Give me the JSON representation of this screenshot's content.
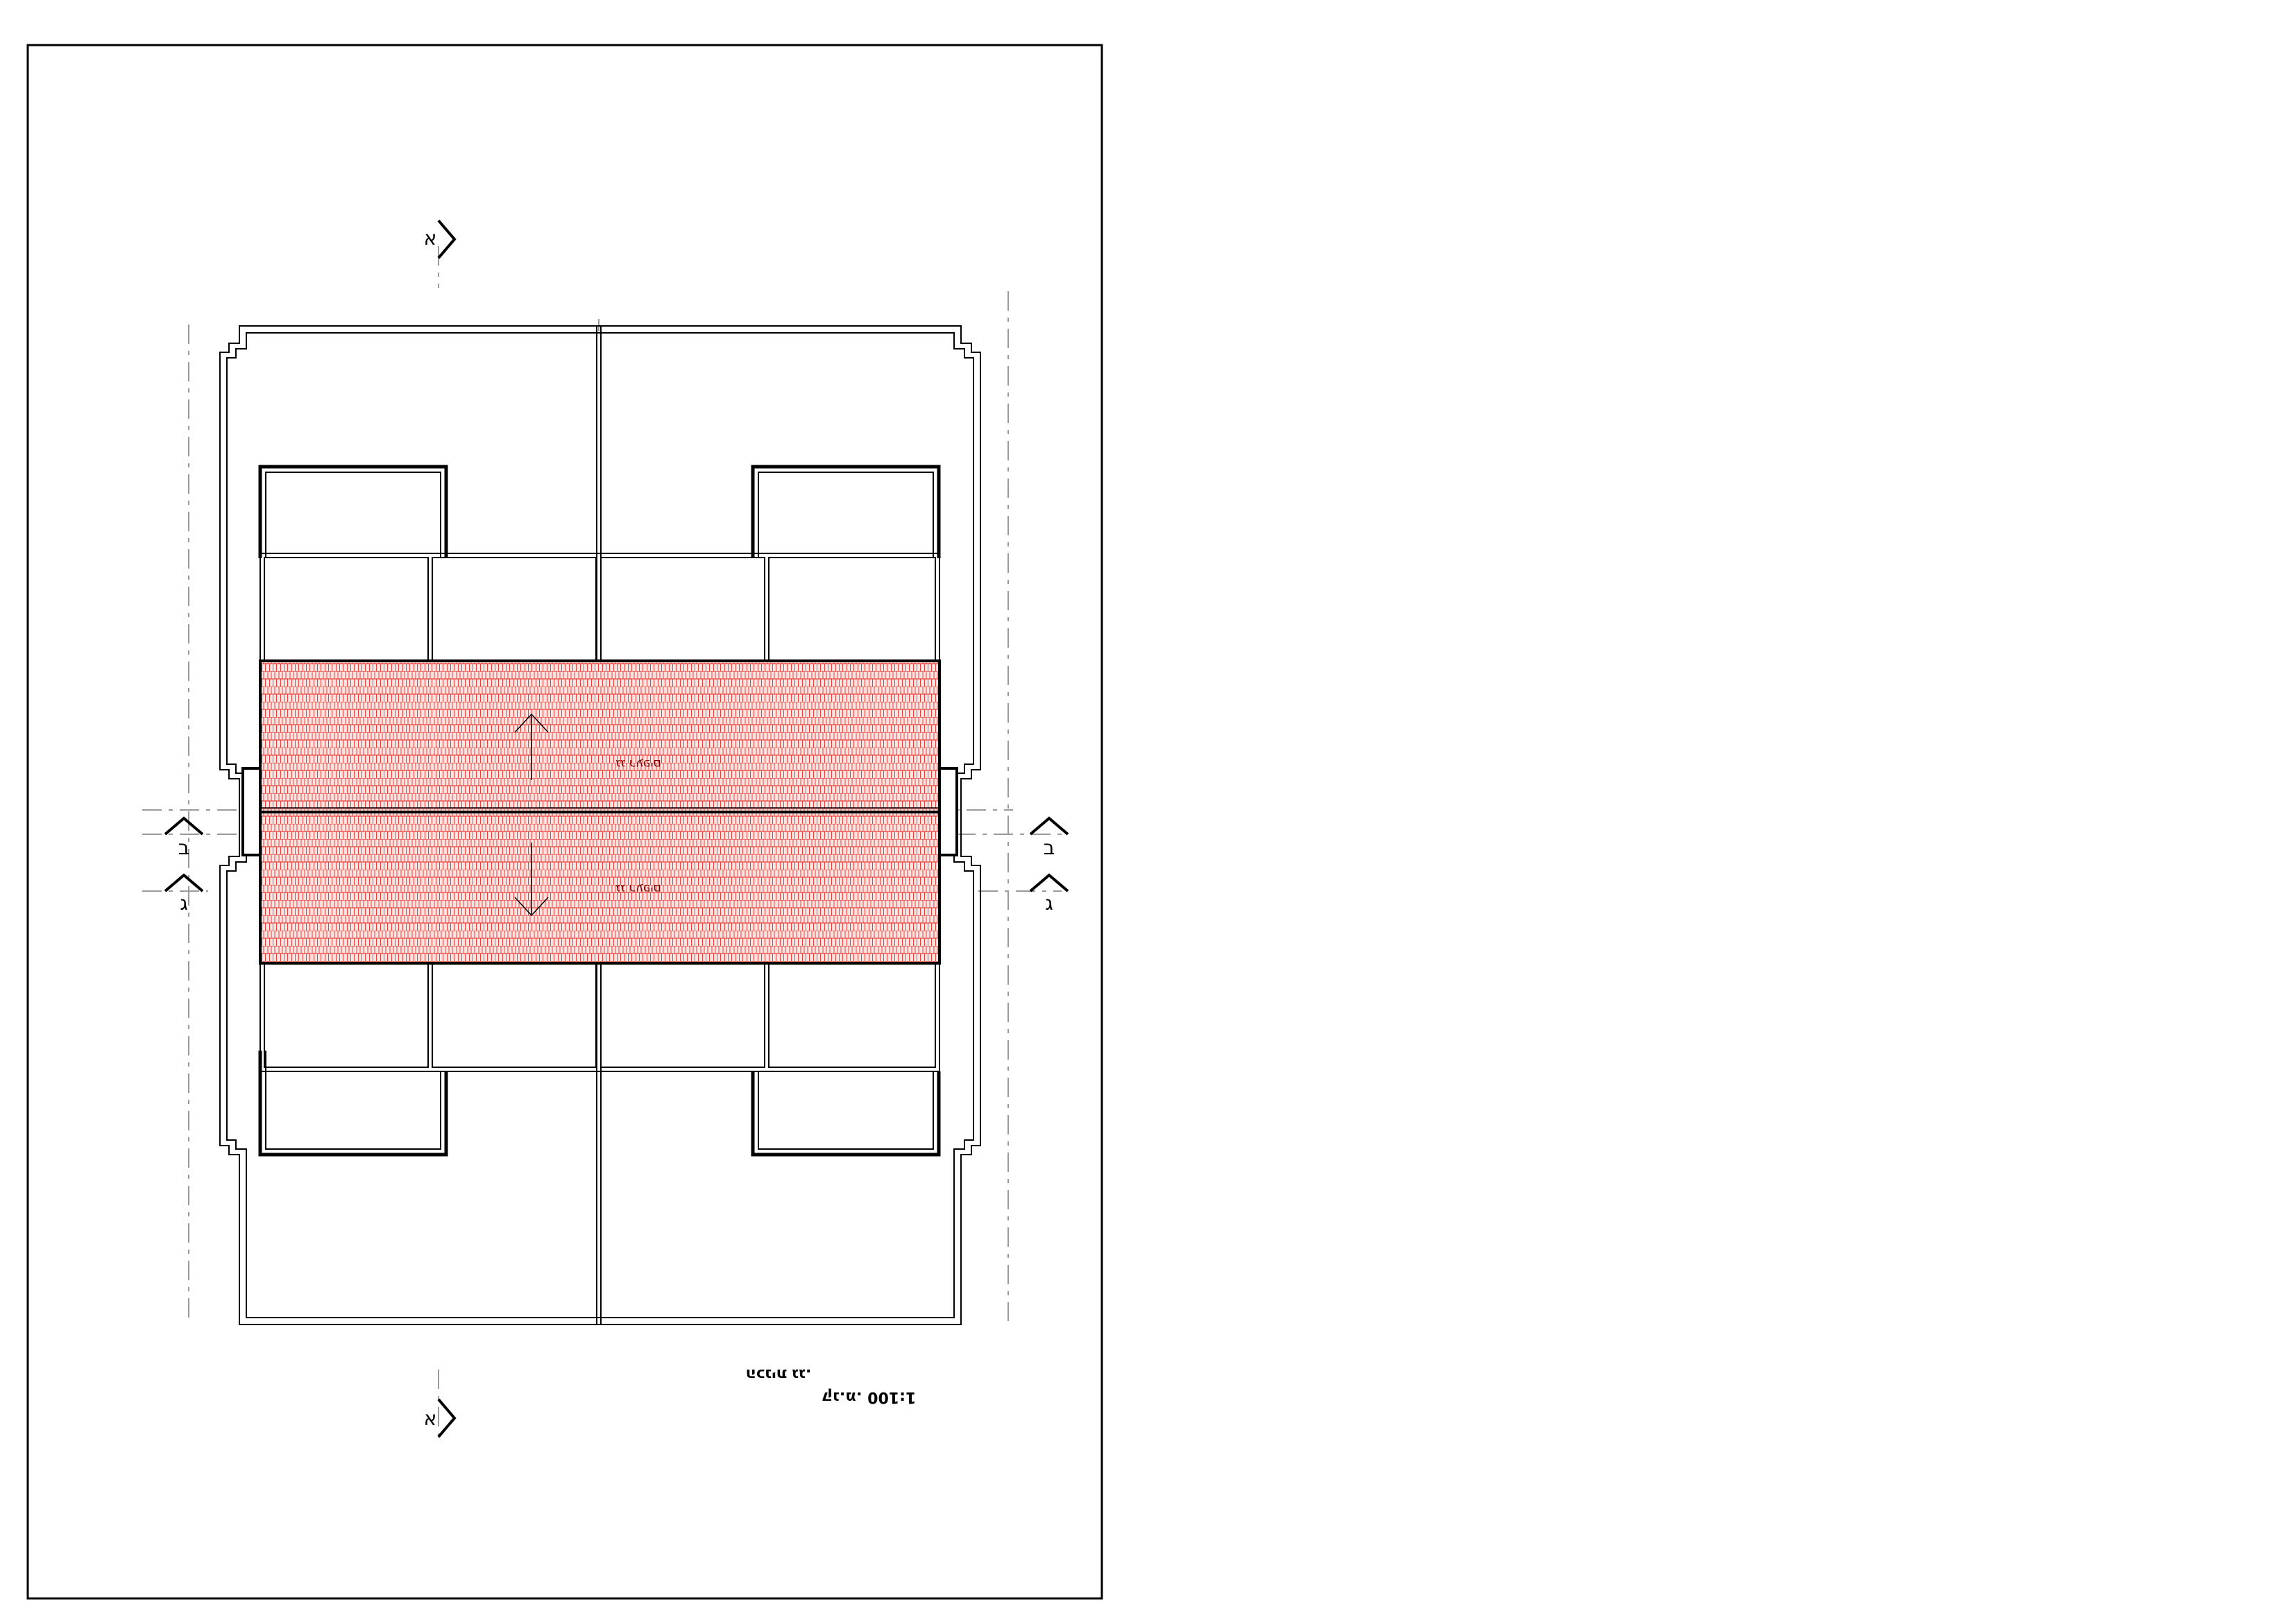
{
  "drawing": {
    "section_a_label": "א",
    "section_b_label": "ב",
    "section_g_label": "ג",
    "roof_tile_label": "גג רעפים",
    "title_line_1": ".הכנית גג",
    "title_line_2": "קנ.מ. 1:100"
  },
  "colors": {
    "roof_stroke": "#e8413a",
    "roof_fill": "#fbe3e1",
    "line": "#000000",
    "axis": "#9a9a9a"
  }
}
